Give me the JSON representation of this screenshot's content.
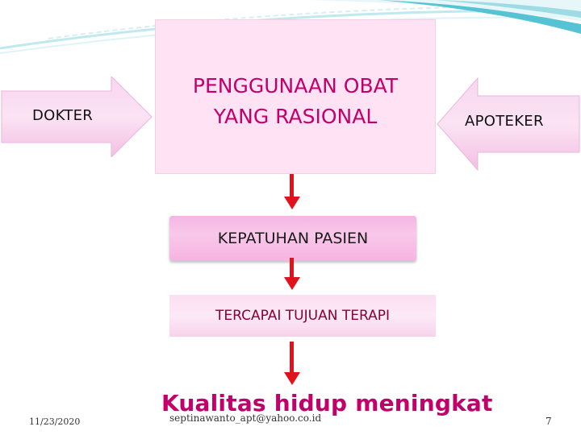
{
  "diagram": {
    "main_box": {
      "line1": "PENGGUNAAN OBAT",
      "line2": "YANG RASIONAL"
    },
    "left_arrow": {
      "label": "DOKTER"
    },
    "right_arrow": {
      "label": "APOTEKER"
    },
    "step1": "KEPATUHAN PASIEN",
    "step2": "TERCAPAI TUJUAN TERAPI",
    "step3": "Kualitas hidup meningkat"
  },
  "footer": {
    "date": "11/23/2020",
    "email": "septinawanto_apt@yahoo.co.id",
    "page": "7"
  },
  "colors": {
    "accent_text": "#c1006a",
    "arrow_fill": "#f6c4e8",
    "down_arrow": "#e0121b",
    "decor_teal": "#55c3d4"
  }
}
